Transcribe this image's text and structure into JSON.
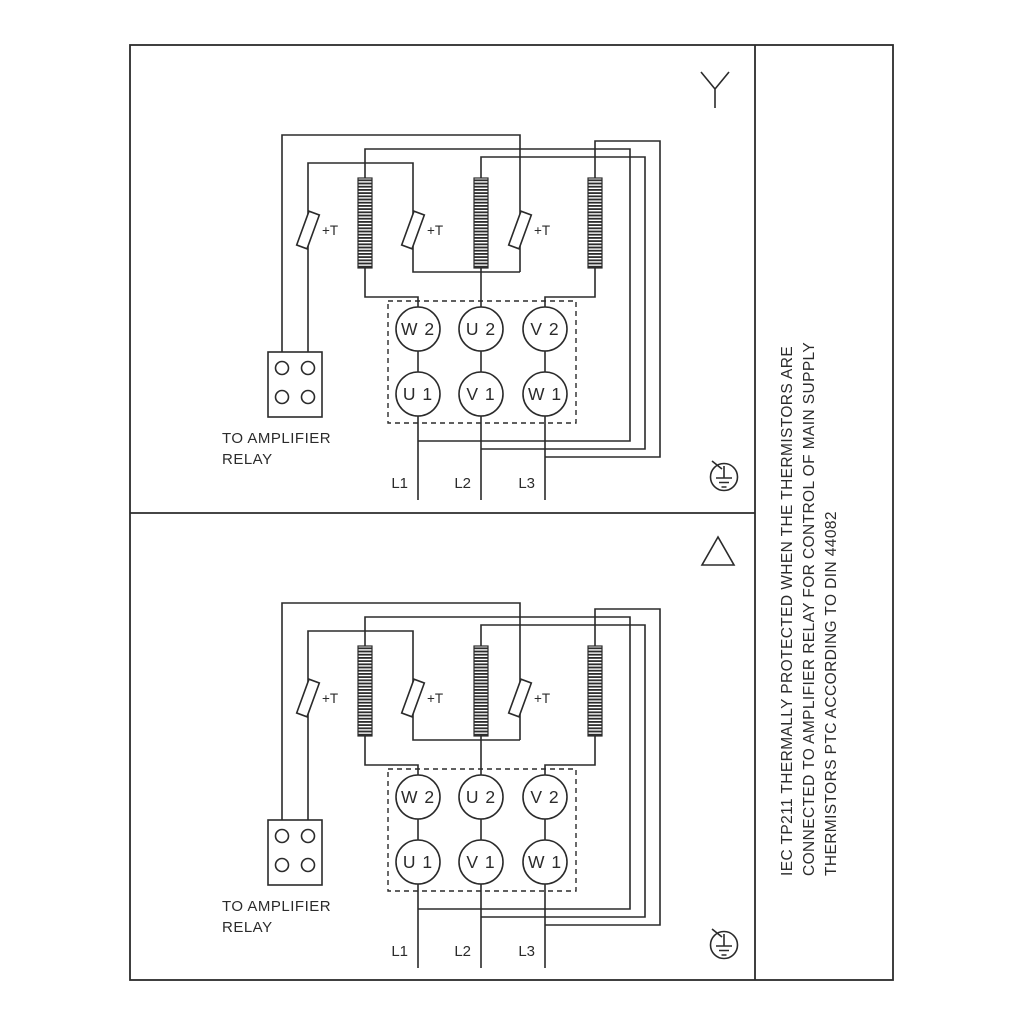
{
  "colors": {
    "ink": "#2b2b2b",
    "background": "#ffffff"
  },
  "labels": {
    "thermistor": "+T",
    "relay_caption_line1": "TO AMPLIFIER",
    "relay_caption_line2": "RELAY",
    "terminals_top": [
      "W 2",
      "U 2",
      "V 2"
    ],
    "terminals_bottom": [
      "U 1",
      "V 1",
      "W 1"
    ],
    "supply_lines": [
      "L1",
      "L2",
      "L3"
    ]
  },
  "panels": [
    {
      "id": "star",
      "connection_icon": "star-connection-icon"
    },
    {
      "id": "delta",
      "connection_icon": "delta-connection-icon"
    }
  ],
  "icons": {
    "star": "Y-shaped star connection symbol",
    "delta": "triangle delta connection symbol",
    "earth": "protective earth ground symbol"
  },
  "sidebar_note": {
    "line1": "IEC TP211 THERMALLY PROTECTED WHEN THE THERMISTORS ARE",
    "line2": "CONNECTED TO AMPLIFIER RELAY FOR CONTROL OF MAIN SUPPLY",
    "line3": "THERMISTORS PTC ACCORDING TO DIN 44082"
  }
}
